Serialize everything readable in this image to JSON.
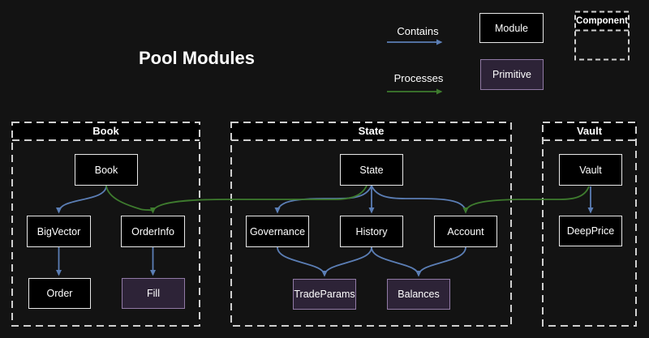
{
  "title": "Pool Modules",
  "colors": {
    "background": "#131313",
    "contains_edge": "#5b7eb5",
    "processes_edge": "#3e7b2e",
    "module_fill": "#000000",
    "module_border": "#e8e8e8",
    "primitive_fill": "#2d2337",
    "primitive_border": "#917aa5",
    "container_border": "#cfcfcf",
    "text": "#ffffff"
  },
  "legend": {
    "contains": {
      "label": "Contains"
    },
    "processes": {
      "label": "Processes"
    },
    "module": {
      "label": "Module"
    },
    "primitive": {
      "label": "Primitive"
    },
    "component": {
      "label": "Component"
    }
  },
  "containers": {
    "book": {
      "label": "Book"
    },
    "state": {
      "label": "State"
    },
    "vault": {
      "label": "Vault"
    }
  },
  "nodes": {
    "book": {
      "label": "Book",
      "type": "module"
    },
    "bigvector": {
      "label": "BigVector",
      "type": "module"
    },
    "orderinfo": {
      "label": "OrderInfo",
      "type": "module"
    },
    "order": {
      "label": "Order",
      "type": "module"
    },
    "fill": {
      "label": "Fill",
      "type": "primitive"
    },
    "state": {
      "label": "State",
      "type": "module"
    },
    "governance": {
      "label": "Governance",
      "type": "module"
    },
    "history": {
      "label": "History",
      "type": "module"
    },
    "account": {
      "label": "Account",
      "type": "module"
    },
    "tradeparams": {
      "label": "TradeParams",
      "type": "primitive"
    },
    "balances": {
      "label": "Balances",
      "type": "primitive"
    },
    "vault": {
      "label": "Vault",
      "type": "module"
    },
    "deepprice": {
      "label": "DeepPrice",
      "type": "module"
    }
  },
  "edges": [
    {
      "from": "book",
      "to": "bigvector",
      "type": "contains"
    },
    {
      "from": "book",
      "to": "orderinfo",
      "type": "processes"
    },
    {
      "from": "bigvector",
      "to": "order",
      "type": "contains"
    },
    {
      "from": "orderinfo",
      "to": "fill",
      "type": "contains"
    },
    {
      "from": "state",
      "to": "governance",
      "type": "contains"
    },
    {
      "from": "state",
      "to": "history",
      "type": "contains"
    },
    {
      "from": "state",
      "to": "account",
      "type": "contains"
    },
    {
      "from": "governance",
      "to": "tradeparams",
      "type": "contains"
    },
    {
      "from": "history",
      "to": "tradeparams",
      "type": "contains"
    },
    {
      "from": "history",
      "to": "balances",
      "type": "contains"
    },
    {
      "from": "account",
      "to": "balances",
      "type": "contains"
    },
    {
      "from": "state",
      "to": "orderinfo",
      "type": "processes"
    },
    {
      "from": "vault",
      "to": "account",
      "type": "processes"
    },
    {
      "from": "vault",
      "to": "deepprice",
      "type": "contains"
    }
  ]
}
